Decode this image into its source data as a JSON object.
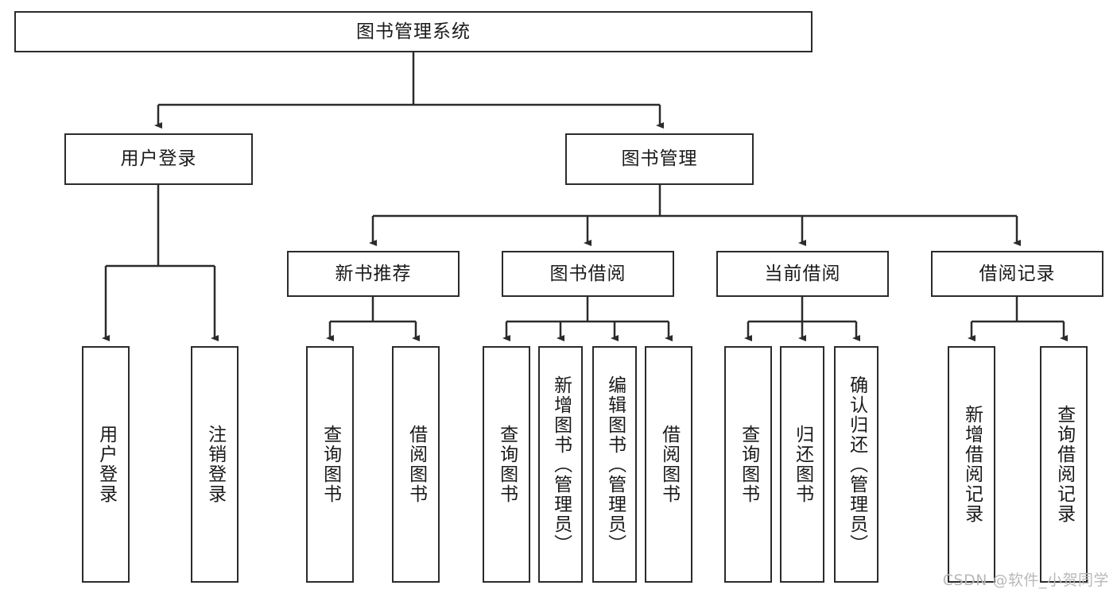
{
  "diagram": {
    "title": "图书管理系统",
    "type": "tree-hierarchy-diagram",
    "watermark": "CSDN @软件_小贺同学",
    "colors": {
      "border": "#2b2b2b",
      "background": "#ffffff",
      "text": "#1a1a1a",
      "watermark": "#b9b9b9"
    }
  },
  "nodes": {
    "root": {
      "label": "图书管理系统",
      "level": 0
    },
    "level1": [
      {
        "id": "user-login",
        "label": "用户登录"
      },
      {
        "id": "book-manage",
        "label": "图书管理"
      }
    ],
    "level2": [
      {
        "id": "new-book-recommend",
        "label": "新书推荐",
        "parent": "book-manage"
      },
      {
        "id": "book-borrow",
        "label": "图书借阅",
        "parent": "book-manage"
      },
      {
        "id": "current-borrow",
        "label": "当前借阅",
        "parent": "book-manage"
      },
      {
        "id": "borrow-record",
        "label": "借阅记录",
        "parent": "book-manage"
      }
    ],
    "leaves": [
      {
        "id": "leaf-user-login",
        "label": "用户登录",
        "parent": "user-login"
      },
      {
        "id": "leaf-user-logout",
        "label": "注销登录",
        "parent": "user-login"
      },
      {
        "id": "leaf-query-book-1",
        "label": "查询图书",
        "parent": "new-book-recommend"
      },
      {
        "id": "leaf-borrow-book-1",
        "label": "借阅图书",
        "parent": "new-book-recommend"
      },
      {
        "id": "leaf-query-book-2",
        "label": "查询图书",
        "parent": "book-borrow"
      },
      {
        "id": "leaf-add-book",
        "label": "新增图书（管理员）",
        "parent": "book-borrow"
      },
      {
        "id": "leaf-edit-book",
        "label": "编辑图书（管理员）",
        "parent": "book-borrow"
      },
      {
        "id": "leaf-borrow-book-2",
        "label": "借阅图书",
        "parent": "book-borrow"
      },
      {
        "id": "leaf-query-book-3",
        "label": "查询图书",
        "parent": "current-borrow"
      },
      {
        "id": "leaf-return-book",
        "label": "归还图书",
        "parent": "current-borrow"
      },
      {
        "id": "leaf-confirm-return",
        "label": "确认归还（管理员）",
        "parent": "current-borrow"
      },
      {
        "id": "leaf-add-record",
        "label": "新增借阅记录",
        "parent": "borrow-record"
      },
      {
        "id": "leaf-query-record",
        "label": "查询借阅记录",
        "parent": "borrow-record"
      }
    ]
  }
}
